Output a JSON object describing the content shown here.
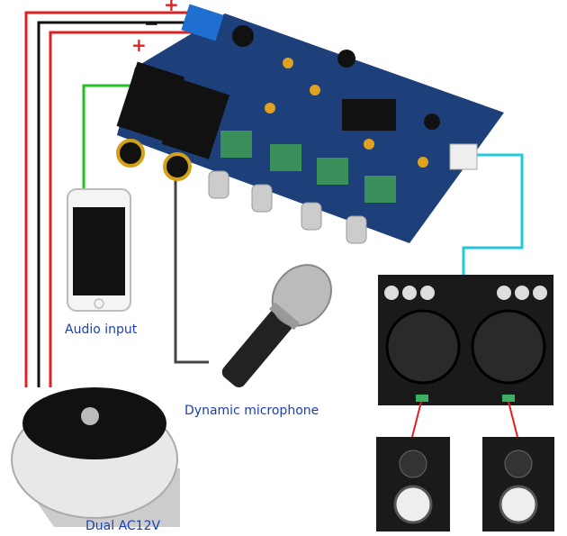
{
  "labels": {
    "plus_top": "+",
    "minus": "−",
    "plus_inner": "+",
    "audio_input": "Audio input",
    "dynamic_microphone": "Dynamic microphone",
    "dual_ac": "Dual AC12V"
  },
  "colors": {
    "board": "#1d3f7a",
    "wire_red": "#e02020",
    "wire_green": "#22c022",
    "wire_cyan": "#22c8d8",
    "label": "#1a3fb0"
  }
}
